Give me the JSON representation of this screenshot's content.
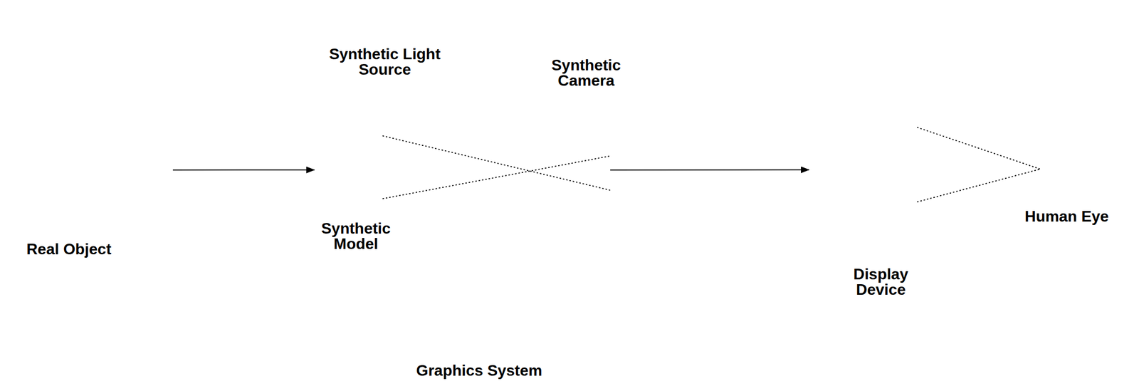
{
  "diagram": {
    "nodes": [
      {
        "text": [
          "Real Object"
        ]
      },
      {
        "text": [
          "Graphics System"
        ]
      },
      {
        "text": [
          "Synthetic Model"
        ],
        "in": 1
      },
      {
        "text": [
          "Synthetic Camera"
        ],
        "in": 1
      },
      {
        "text": [
          "Display Device"
        ]
      },
      {
        "text": [
          "Human Eye"
        ]
      }
    ],
    "edges": [
      {
        "from": 0,
        "to": 2,
        "arrow": "to"
      },
      {
        "from": 2,
        "to": 3,
        "arrow": "none"
      },
      {
        "from": 3,
        "to": 4,
        "arrow": "to"
      },
      {
        "from": 4,
        "to": 5,
        "arrow": "none"
      }
    ],
    "labels": [
      "Synthetic Light Source"
    ]
  }
}
